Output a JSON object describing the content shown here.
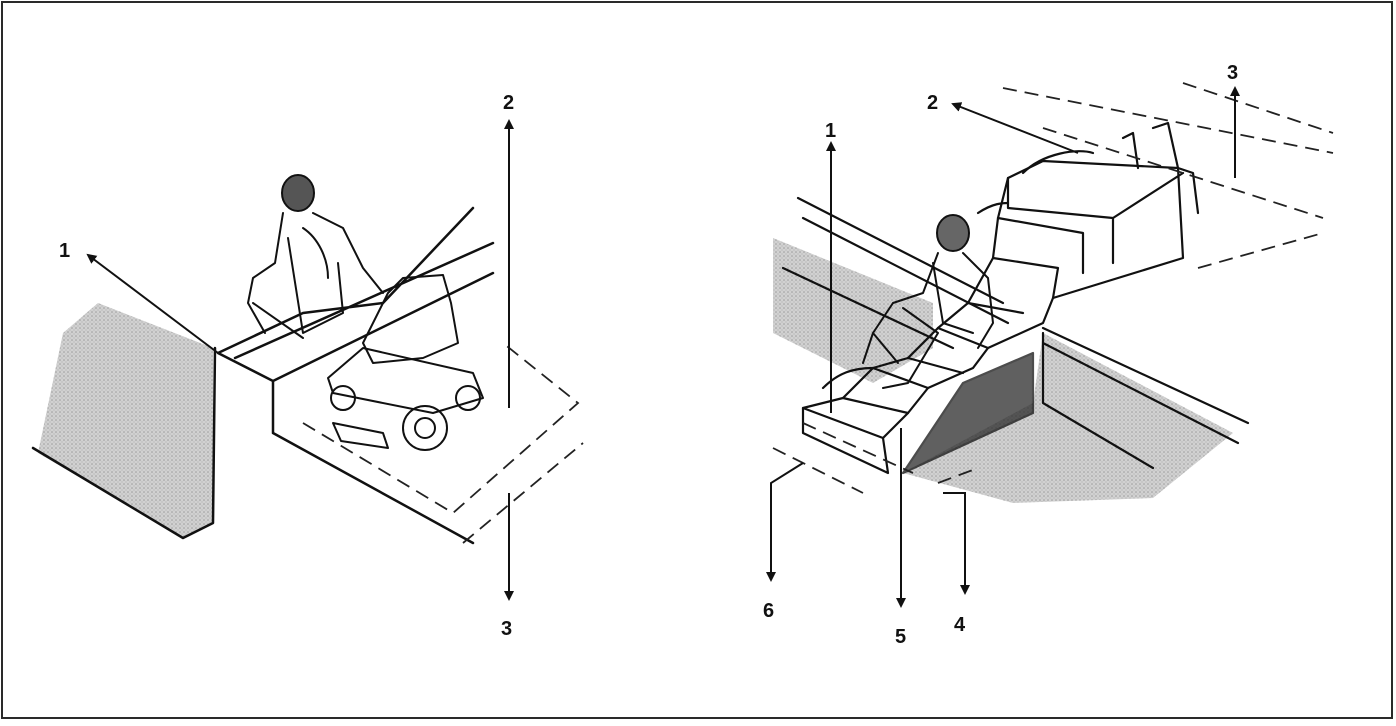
{
  "figure": {
    "left_panel": {
      "labels": [
        "1",
        "2",
        "3"
      ]
    },
    "right_panel": {
      "labels": [
        "1",
        "2",
        "3",
        "4",
        "5",
        "6"
      ]
    }
  },
  "colors": {
    "ink": "#111111",
    "shade": "#bdbdbd",
    "frame": "#2a2a2a"
  }
}
